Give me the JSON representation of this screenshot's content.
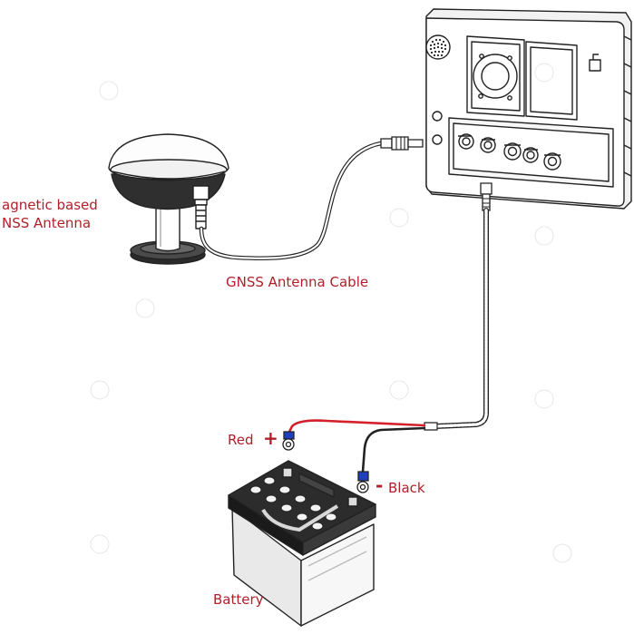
{
  "labels": {
    "antenna_line1": "agnetic based",
    "antenna_line2": "NSS Antenna",
    "cable": "GNSS Antenna Cable",
    "red": "Red",
    "plus": "+",
    "minus": "-",
    "black": "Black",
    "battery": "Battery"
  },
  "colors": {
    "label": "#b0202a",
    "red_wire": "#d4202a",
    "connector_blue": "#1f3fbf",
    "line": "#222222"
  },
  "icons": [
    "gnss-antenna-icon",
    "display-unit-icon",
    "battery-icon",
    "ring-terminal-icon"
  ]
}
